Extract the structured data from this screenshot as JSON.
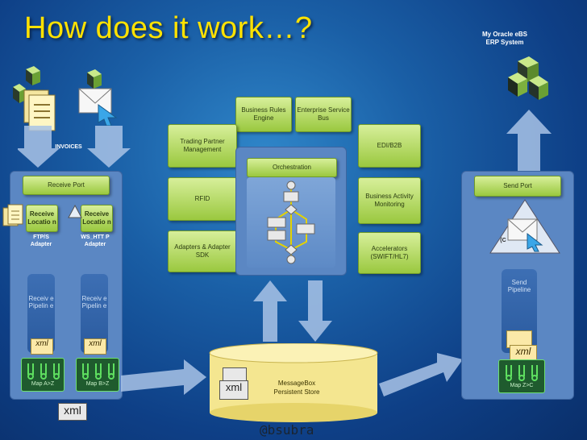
{
  "title": "How does it work…?",
  "erp_label": "My Oracle eBS ERP System",
  "invoices_label": "INVOICES",
  "receive": {
    "port": "Receive Port",
    "location1": "Receive Locatio n",
    "location2": "Receive Locatio n",
    "adapter1": "FTP/S Adapter",
    "adapter2": "WS_HTT P Adapter",
    "pipeline1": "Receiv e Pipelin e",
    "pipeline2": "Receiv e Pipelin e",
    "map1": "Map A>Z",
    "map2": "Map B>Z"
  },
  "center": {
    "business_rules": "Business Rules Engine",
    "esb": "Enterprise Service Bus",
    "trading_partner": "Trading Partner Management",
    "edi": "EDI/B2B",
    "orchestration": "Orchestration",
    "rfid": "RFID",
    "bam": "Business Activity Monitoring",
    "adapters_sdk": "Adapters & Adapter SDK",
    "accelerators": "Accelerators (SWIFT/HL7)"
  },
  "messagebox": {
    "line1": "MessageBox",
    "line2": "Persistent Store"
  },
  "send": {
    "port": "Send Port",
    "adapter_partial": "(C",
    "pipeline": "Send Pipeline",
    "map": "Map Z>C"
  },
  "xml_label": "xml",
  "watermark": "@bsubra",
  "colors": {
    "title": "#ffe200",
    "green": "#9ac83f",
    "panel": "#5b87c3"
  }
}
